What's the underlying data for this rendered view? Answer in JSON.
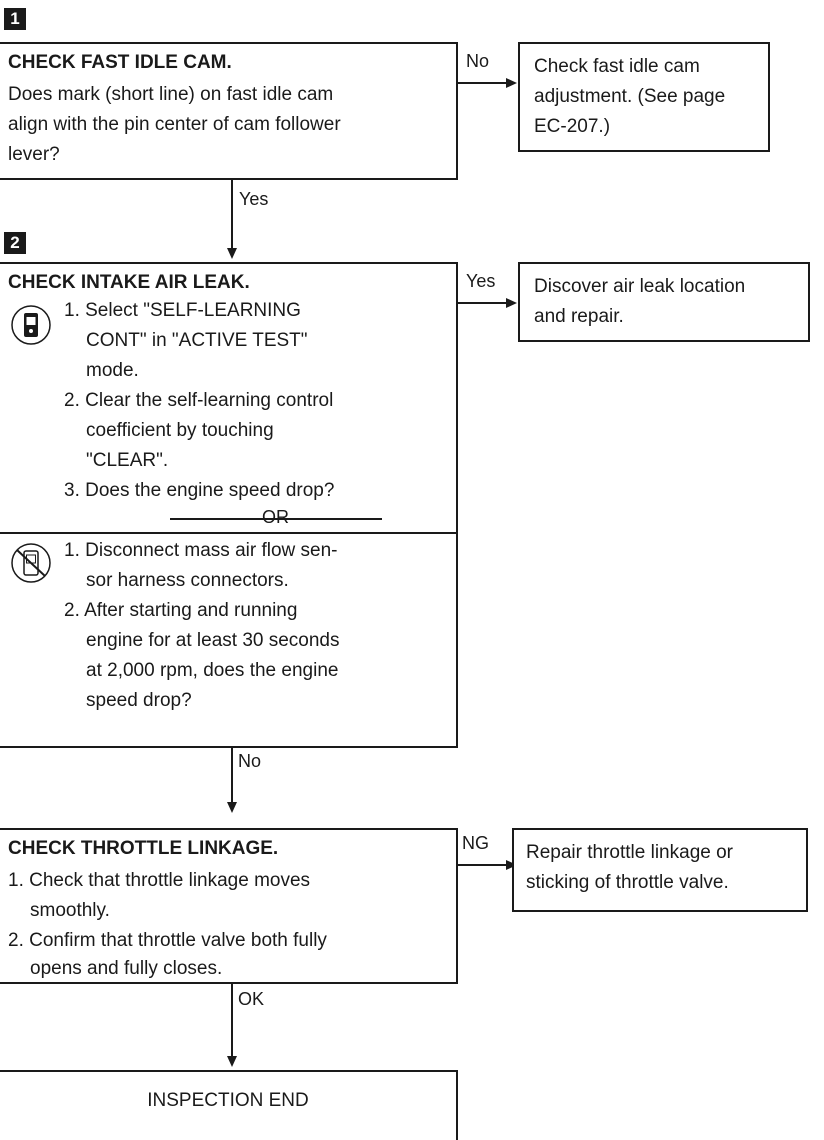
{
  "steps": {
    "step1_badge": "1",
    "step2_badge": "2"
  },
  "box1": {
    "title": "CHECK FAST IDLE CAM.",
    "lines": [
      "Does mark (short line) on fast idle cam",
      "align with the pin center of cam follower",
      "lever?"
    ]
  },
  "box1_no": {
    "label": "No",
    "lines": [
      "Check fast idle cam",
      "adjustment. (See page",
      "EC-207.)"
    ]
  },
  "yes1": "Yes",
  "box2": {
    "title": "CHECK INTAKE AIR LEAK.",
    "with_consult": [
      "1. Select \"SELF-LEARNING",
      "CONT\" in \"ACTIVE TEST\"",
      "mode.",
      "2. Clear the self-learning control",
      "coefficient by touching",
      "\"CLEAR\".",
      "3. Does the engine speed drop?"
    ],
    "or": "OR",
    "without_consult": [
      "1. Disconnect mass air flow sen-",
      "sor harness connectors.",
      "2. After starting and running",
      "engine for at least 30 seconds",
      "at 2,000 rpm, does the engine",
      "speed drop?"
    ],
    "icon_with": "consult-tester-icon",
    "icon_without": "no-consult-tester-icon"
  },
  "box2_yes": {
    "label": "Yes",
    "lines": [
      "Discover air leak location",
      "and repair."
    ]
  },
  "no2": "No",
  "box3": {
    "title": "CHECK THROTTLE LINKAGE.",
    "lines": [
      "1. Check that throttle linkage moves",
      "smoothly.",
      "2. Confirm that throttle valve both fully",
      "opens and fully closes."
    ]
  },
  "box3_ng": {
    "label": "NG",
    "lines": [
      "Repair throttle linkage or",
      "sticking of throttle valve."
    ]
  },
  "ok3": "OK",
  "end": "INSPECTION END"
}
